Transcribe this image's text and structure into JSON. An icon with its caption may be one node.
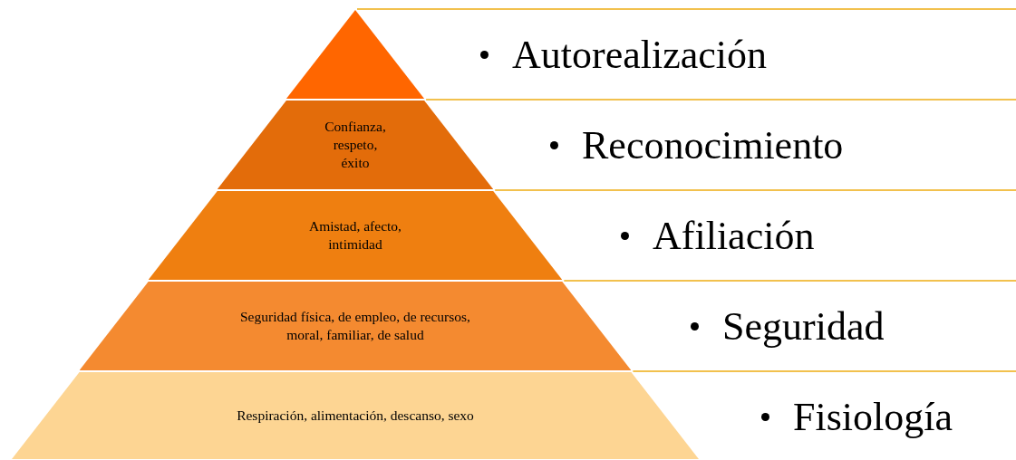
{
  "diagram": {
    "nodes": [
      {
        "text": [],
        "shape": "triangle"
      },
      {
        "text": [
          "Confianza, respeto, éxito"
        ]
      },
      {
        "text": [
          "Amistad, afecto, intimidad"
        ]
      },
      {
        "text": [
          "Seguridad física, de empleo, de recursos, moral, familiar, de salud"
        ]
      },
      {
        "text": [
          "Respiración, alimentación, descanso, sexo"
        ]
      }
    ],
    "edges": [],
    "labels": [
      "Autorealización",
      "Reconocimiento",
      "Afiliación",
      "Seguridad",
      "Fisiología"
    ]
  }
}
